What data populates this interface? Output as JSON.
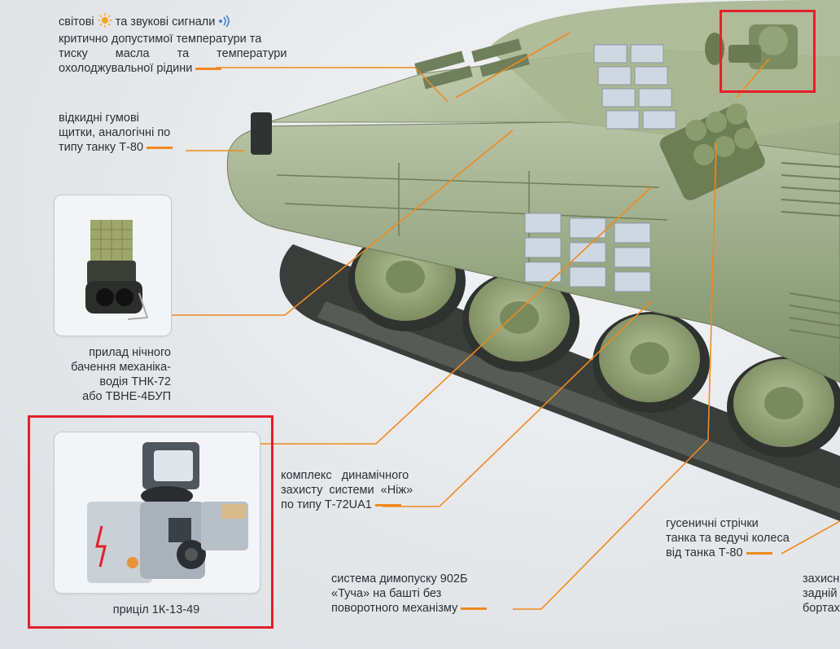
{
  "callouts": {
    "signals": {
      "prefix": "світові",
      "mid": "та звукові сигнали",
      "line2": "критично допустимої температури та",
      "line3": "тиску масла та температури",
      "line4": "охолоджувальної рідини",
      "light_icon": "sun-icon",
      "sound_icon": "sound-waves-icon"
    },
    "rubber_flaps": {
      "line1": "відкидні гумові",
      "line2": "щитки, аналогічні по",
      "line3": "типу танку Т-80"
    },
    "night_vision": {
      "line1": "прилад нічного",
      "line2": "бачення механіка-",
      "line3": "водія ТНК-72",
      "line4": "або ТВНЕ-4БУП"
    },
    "sight": {
      "caption": "приціл 1К-13-49"
    },
    "era": {
      "line1": "комплекс динамічного",
      "line2": "захисту системи «Ніж»",
      "line3": "по типу Т-72UA1"
    },
    "smoke": {
      "line1": "система димопуску 902Б",
      "line2": "«Туча» на башті без",
      "line3": "поворотного механізму"
    },
    "tracks": {
      "line1": "гусеничні стрічки",
      "line2": "танка та ведучі колеса",
      "line3": "від танка Т-80"
    },
    "side_cut": {
      "line1": "захисн",
      "line2": "задній",
      "line3": "бортах"
    }
  },
  "colors": {
    "accent_orange": "#ef8a1f",
    "highlight_red": "#e3202a",
    "hull_green": "#8fa07a",
    "wheel_green": "#9aab7f"
  }
}
